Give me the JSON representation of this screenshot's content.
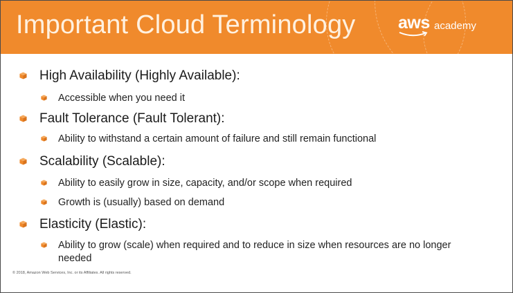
{
  "header": {
    "title": "Important Cloud Terminology",
    "logo_wordmark": "aws",
    "logo_suffix": "academy"
  },
  "sections": [
    {
      "heading": "High Availability (Highly Available):",
      "items": [
        "Accessible when you need it"
      ]
    },
    {
      "heading": "Fault Tolerance (Fault Tolerant):",
      "items": [
        "Ability to withstand a certain amount of failure and still remain functional"
      ]
    },
    {
      "heading": "Scalability (Scalable):",
      "items": [
        "Ability to easily grow in size, capacity, and/or scope when required",
        "Growth is (usually) based on demand"
      ]
    },
    {
      "heading": "Elasticity (Elastic):",
      "items": [
        "Ability to grow (scale) when required and to reduce in size when resources are no longer",
        "needed"
      ]
    }
  ],
  "footer": "© 2018, Amazon Web Services, Inc. or its Affiliates. All rights reserved.",
  "colors": {
    "header_bg": "#f08a2c",
    "bullet": "#f08a2c",
    "text": "#1a1a1a"
  },
  "icons": {
    "bullet": "orange-cube-icon",
    "logo_smile": "aws-smile-icon"
  }
}
